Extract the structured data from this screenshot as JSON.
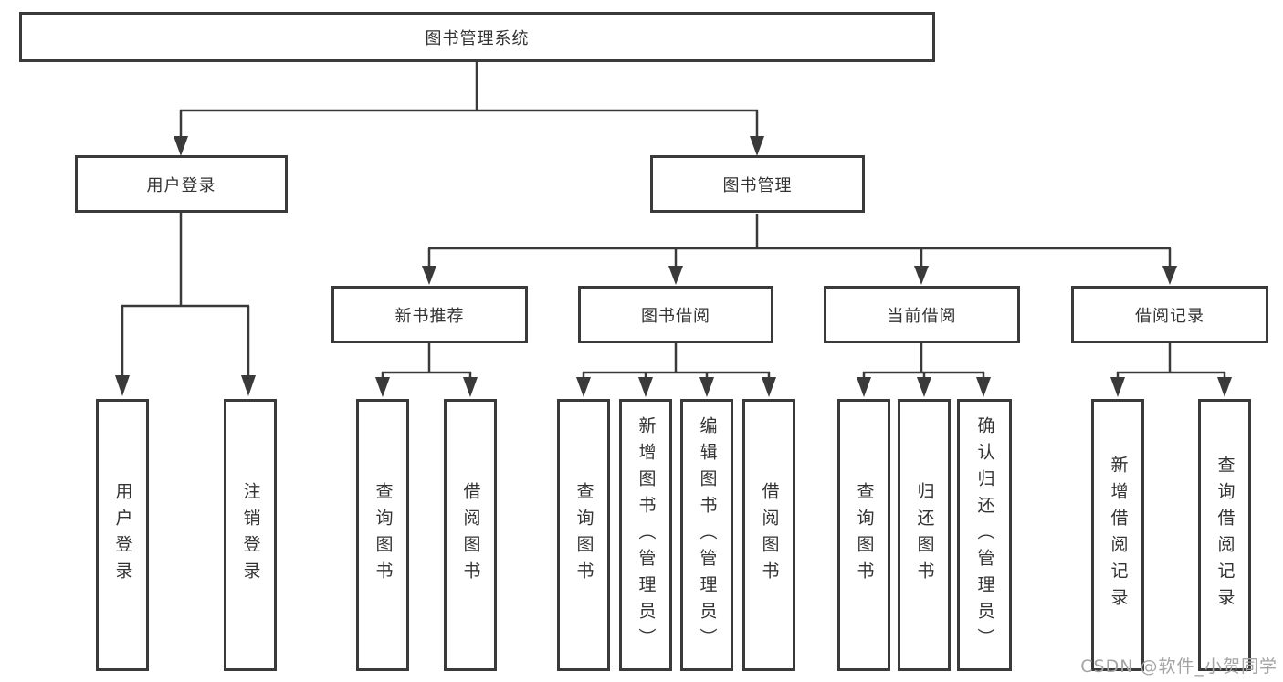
{
  "diagram_title": "图书管理系统",
  "watermark": "CSDN @软件_小贺同学",
  "colors": {
    "line": "#3a3a3a",
    "box_border": "#3a3a3a",
    "text": "#333333",
    "watermark": "#a5a5a5",
    "background": "#ffffff"
  },
  "tree": {
    "label": "图书管理系统",
    "children": [
      {
        "label": "用户登录",
        "children": [
          {
            "label": "用户登录"
          },
          {
            "label": "注销登录"
          }
        ]
      },
      {
        "label": "图书管理",
        "children": [
          {
            "label": "新书推荐",
            "children": [
              {
                "label": "查询图书"
              },
              {
                "label": "借阅图书"
              }
            ]
          },
          {
            "label": "图书借阅",
            "children": [
              {
                "label": "查询图书"
              },
              {
                "label": "新增图书（管理员）"
              },
              {
                "label": "编辑图书（管理员）"
              },
              {
                "label": "借阅图书"
              }
            ]
          },
          {
            "label": "当前借阅",
            "children": [
              {
                "label": "查询图书"
              },
              {
                "label": "归还图书"
              },
              {
                "label": "确认归还（管理员）"
              }
            ]
          },
          {
            "label": "借阅记录",
            "children": [
              {
                "label": "新增借阅记录"
              },
              {
                "label": "查询借阅记录"
              }
            ]
          }
        ]
      }
    ]
  }
}
